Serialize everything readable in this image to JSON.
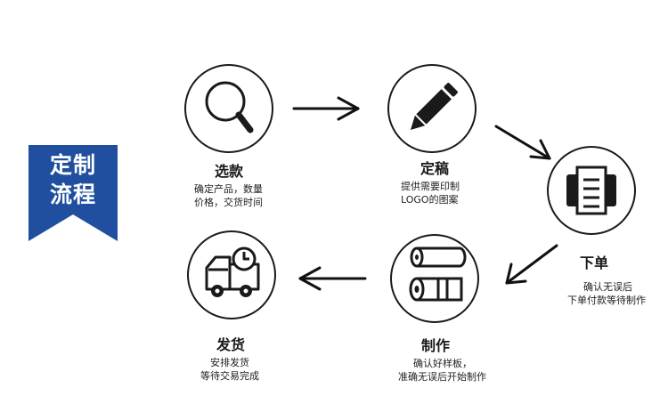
{
  "banner": {
    "line1": "定制",
    "line2": "流程",
    "color": "#1f4f9e"
  },
  "steps": [
    {
      "title": "选款",
      "desc1": "确定产品，数量",
      "desc2": "价格，交货时间",
      "icon": "magnifier-icon"
    },
    {
      "title": "定稿",
      "desc1": "提供需要印制",
      "desc2": "LOGO的图案",
      "icon": "pencil-icon"
    },
    {
      "title": "下单",
      "desc1": "确认无误后",
      "desc2": "下单付款等待制作",
      "icon": "printer-icon"
    },
    {
      "title": "制作",
      "desc1": "确认好样板，",
      "desc2": "准确无误后开始制作",
      "icon": "rollers-icon"
    },
    {
      "title": "发货",
      "desc1": "安排发货",
      "desc2": "等待交易完成",
      "icon": "delivery-truck-icon"
    }
  ]
}
